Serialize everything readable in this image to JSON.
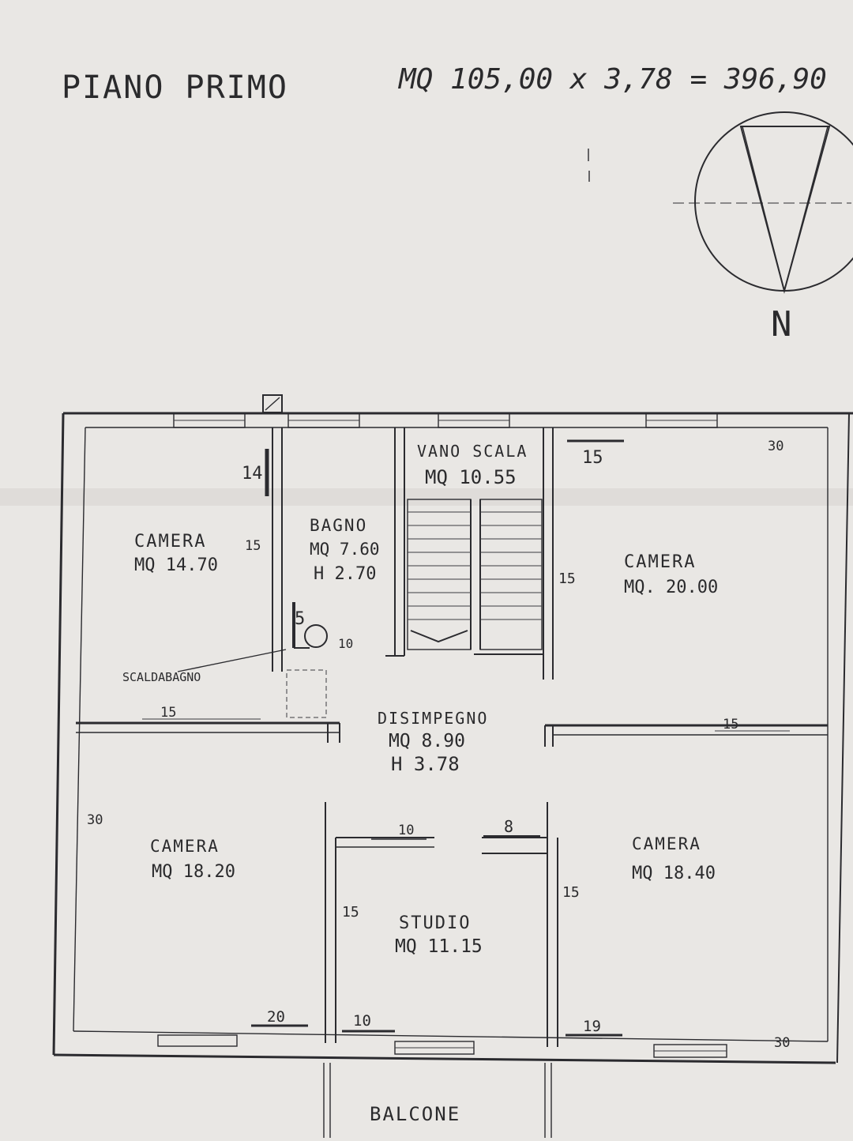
{
  "header": {
    "floor_label": "PIANO PRIMO",
    "area_formula": "MQ 105,00 x 3,78 = 396,90"
  },
  "compass": {
    "north_label": "N"
  },
  "rooms": {
    "camera_nw": {
      "name": "CAMERA",
      "area": "MQ 14.70"
    },
    "bagno": {
      "name": "BAGNO",
      "area": "MQ 7.60",
      "height": "H 2.70"
    },
    "vano_scala": {
      "name": "VANO SCALA",
      "area": "MQ 10.55"
    },
    "camera_ne": {
      "name": "CAMERA",
      "area": "MQ. 20.00"
    },
    "disimpegno": {
      "name": "DISIMPEGNO",
      "area": "MQ 8.90",
      "height": "H 3.78"
    },
    "camera_sw": {
      "name": "CAMERA",
      "area": "MQ 18.20"
    },
    "studio": {
      "name": "STUDIO",
      "area": "MQ 11.15"
    },
    "camera_se": {
      "name": "CAMERA",
      "area": "MQ 18.40"
    }
  },
  "fixtures": {
    "scaldabagno": "SCALDABAGNO",
    "balcone": "BALCONE"
  },
  "dims": {
    "d14": "14",
    "d15_bagno": "15",
    "d15_top": "15",
    "d30_ne": "30",
    "d15_stair": "15",
    "d5": "5",
    "d10_boiler": "10",
    "d15_mid_w": "15",
    "d15_mid_e": "15",
    "d30_w": "30",
    "d10_studio": "10",
    "d8": "8",
    "d15_studio_w": "15",
    "d15_studio_e": "15",
    "d20": "20",
    "d10_bottom": "10",
    "d19": "19",
    "d30_se": "30"
  }
}
